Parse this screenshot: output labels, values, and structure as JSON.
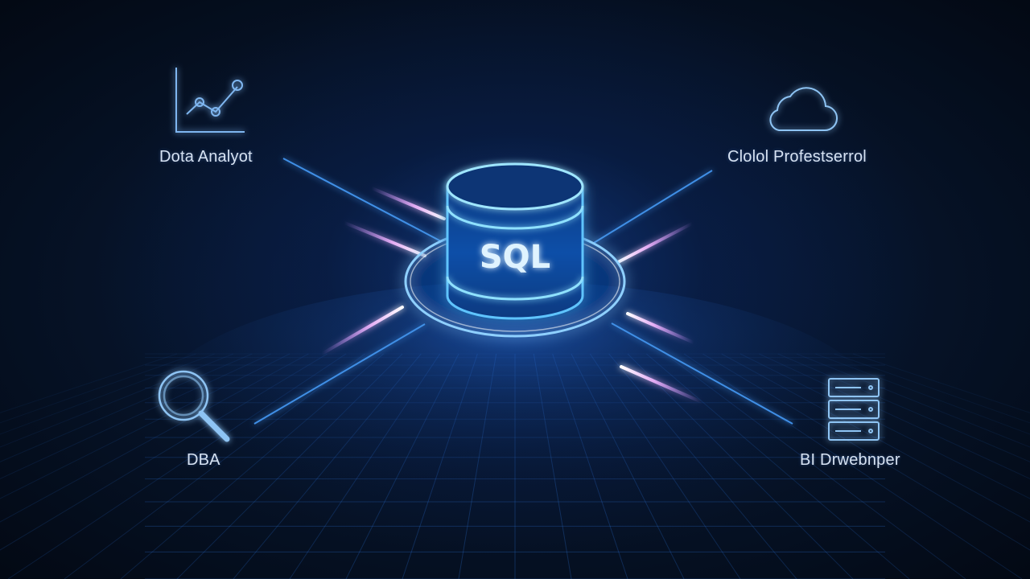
{
  "center": {
    "label": "SQL",
    "icon": "database-cylinder-icon"
  },
  "roles": [
    {
      "label": "Dota Analyot",
      "icon": "line-chart-icon"
    },
    {
      "label": "Clolol Profestserrol",
      "icon": "cloud-icon"
    },
    {
      "label": "DBA",
      "icon": "magnifier-icon"
    },
    {
      "label": "BI Drwebnper",
      "icon": "server-rack-icon"
    }
  ],
  "colors": {
    "background": "#040b18",
    "glow": "#2f9bff",
    "accent_pink": "#e79cf0",
    "line": "#3f8fe6",
    "text": "#d6e2f2"
  }
}
